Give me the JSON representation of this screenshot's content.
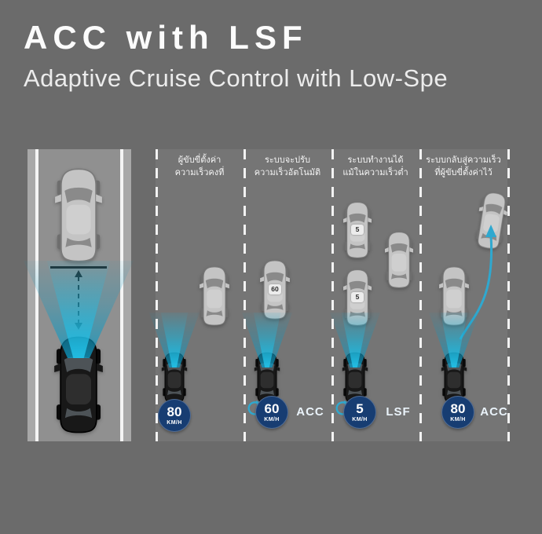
{
  "header": {
    "title": "ACC with LSF",
    "subtitle": "Adaptive Cruise Control with Low-Spe"
  },
  "colors": {
    "background": "#6b6b6b",
    "road": "#909090",
    "cone_teal": "#0c9ac4",
    "badge_navy": "#173d72",
    "arrow_blue": "#2fa8cf"
  },
  "panels": [
    {
      "caption_line1": "ผู้ขับขี่ตั้งค่า",
      "caption_line2": "ความเร็วคงที่",
      "badge_speed": "80",
      "badge_unit": "KM/H",
      "label": ""
    },
    {
      "caption_line1": "ระบบจะปรับ",
      "caption_line2": "ความเร็วอัตโนมัติ",
      "badge_speed": "60",
      "badge_unit": "KM/H",
      "label": "ACC",
      "lead_plate": "60"
    },
    {
      "caption_line1": "ระบบทำงานได้",
      "caption_line2": "แม้ในความเร็วต่ำ",
      "badge_speed": "5",
      "badge_unit": "KM/H",
      "label": "LSF",
      "lead_plate_a": "5",
      "lead_plate_b": "5"
    },
    {
      "caption_line1": "ระบบกลับสู่ความเร็ว",
      "caption_line2": "ที่ผู้ขับขี่ตั้งค่าไว้",
      "badge_speed": "80",
      "badge_unit": "KM/H",
      "label": "ACC"
    }
  ]
}
